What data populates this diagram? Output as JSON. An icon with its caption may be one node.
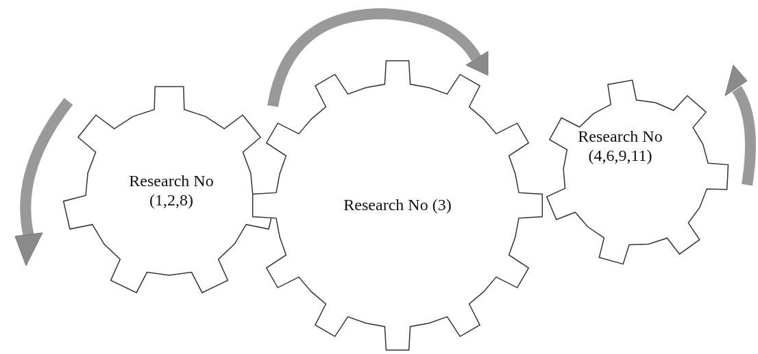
{
  "diagram": {
    "nodes": [
      {
        "text": [
          "Research No (1,2,8)"
        ]
      },
      {
        "text": [
          "Research No (3)"
        ]
      },
      {
        "text": [
          "Research No (4,6,9,11)"
        ]
      }
    ]
  }
}
